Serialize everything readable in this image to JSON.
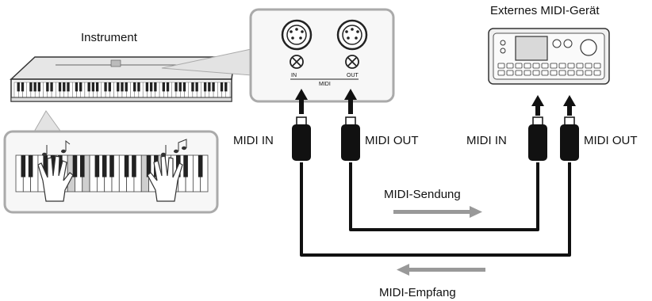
{
  "instrument_label": "Instrument",
  "external_device_label": "Externes MIDI-Gerät",
  "jack_in_label": "IN",
  "jack_midi_label": "MIDI",
  "jack_out_label": "OUT",
  "instrument_midi_in_label": "MIDI IN",
  "instrument_midi_out_label": "MIDI OUT",
  "device_midi_in_label": "MIDI IN",
  "device_midi_out_label": "MIDI OUT",
  "sending_label": "MIDI-Sendung",
  "receiving_label": "MIDI-Empfang"
}
